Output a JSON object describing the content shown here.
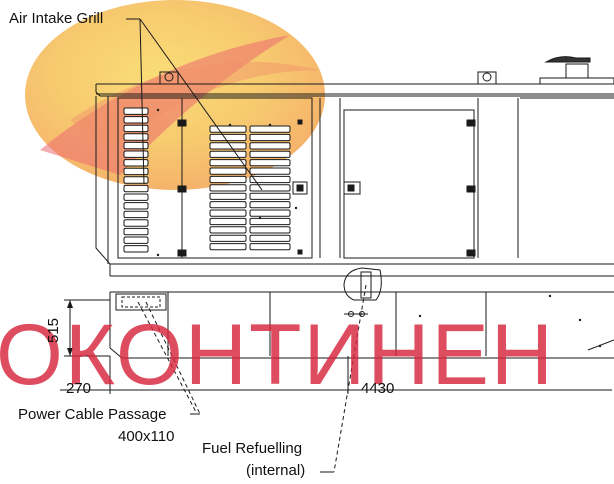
{
  "drawing": {
    "labels": {
      "air_intake": "Air Intake Grill",
      "power_cable_line1": "Power Cable Passage",
      "power_cable_line2": "400x110",
      "fuel_line1": "Fuel Refuelling",
      "fuel_line2": "(internal)"
    },
    "dimensions": {
      "height": "515",
      "left_offset": "270",
      "fuel_offset": "4430"
    },
    "watermark": {
      "text": "ОКОНТИНЕН",
      "color": "#d6263c",
      "logo_colors": [
        "#f5c640",
        "#f29a3a",
        "#e5383f"
      ]
    }
  }
}
